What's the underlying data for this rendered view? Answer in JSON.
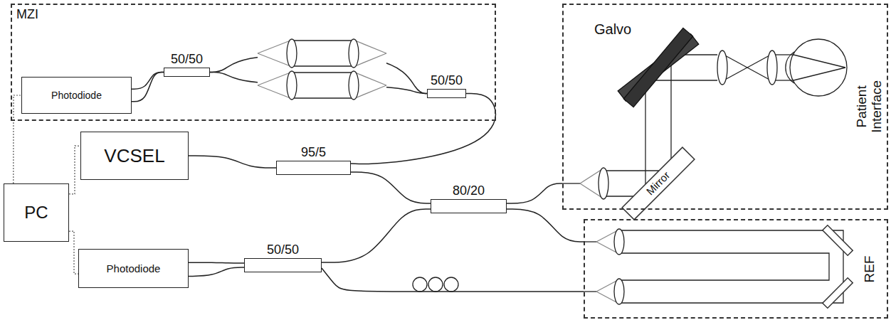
{
  "diagram": {
    "nodes": [
      {
        "text": [
          "MZI"
        ]
      },
      {
        "text": [
          "Photodiode"
        ],
        "in": 0
      },
      {
        "text": [
          "50/50"
        ],
        "in": 0
      },
      {
        "text": [
          "50/50"
        ],
        "in": 0
      },
      {
        "text": [
          "PC"
        ]
      },
      {
        "text": [
          "VCSEL"
        ]
      },
      {
        "text": [
          "95/5"
        ]
      },
      {
        "text": [
          "80/20"
        ]
      },
      {
        "text": [
          "Photodiode"
        ]
      },
      {
        "text": [
          "50/50"
        ]
      },
      {
        "text": [
          "Patient Interface"
        ]
      },
      {
        "text": [
          "REF"
        ]
      }
    ],
    "edges": [
      {
        "from": 1,
        "to": 2,
        "arrow": "none"
      },
      {
        "from": 1,
        "to": 2,
        "arrow": "none"
      },
      {
        "from": 2,
        "to": 3,
        "arrow": "none"
      },
      {
        "from": 2,
        "to": 3,
        "arrow": "none"
      },
      {
        "from": 3,
        "to": 6,
        "arrow": "none"
      },
      {
        "from": 5,
        "to": 6,
        "arrow": "none"
      },
      {
        "from": 6,
        "to": 7,
        "arrow": "none"
      },
      {
        "from": 9,
        "to": 7,
        "arrow": "none"
      },
      {
        "from": 7,
        "to": 10,
        "arrow": "none"
      },
      {
        "from": 7,
        "to": 11,
        "arrow": "none"
      },
      {
        "from": 9,
        "to": 11,
        "arrow": "none"
      },
      {
        "from": 8,
        "to": 9,
        "arrow": "none"
      },
      {
        "from": 8,
        "to": 9,
        "arrow": "none"
      },
      {
        "from": 4,
        "to": 1,
        "arrow": "none"
      },
      {
        "from": 4,
        "to": 5,
        "arrow": "none"
      },
      {
        "from": 4,
        "to": 8,
        "arrow": "none"
      }
    ],
    "labels": [
      "Galvo",
      "Mirror"
    ]
  }
}
